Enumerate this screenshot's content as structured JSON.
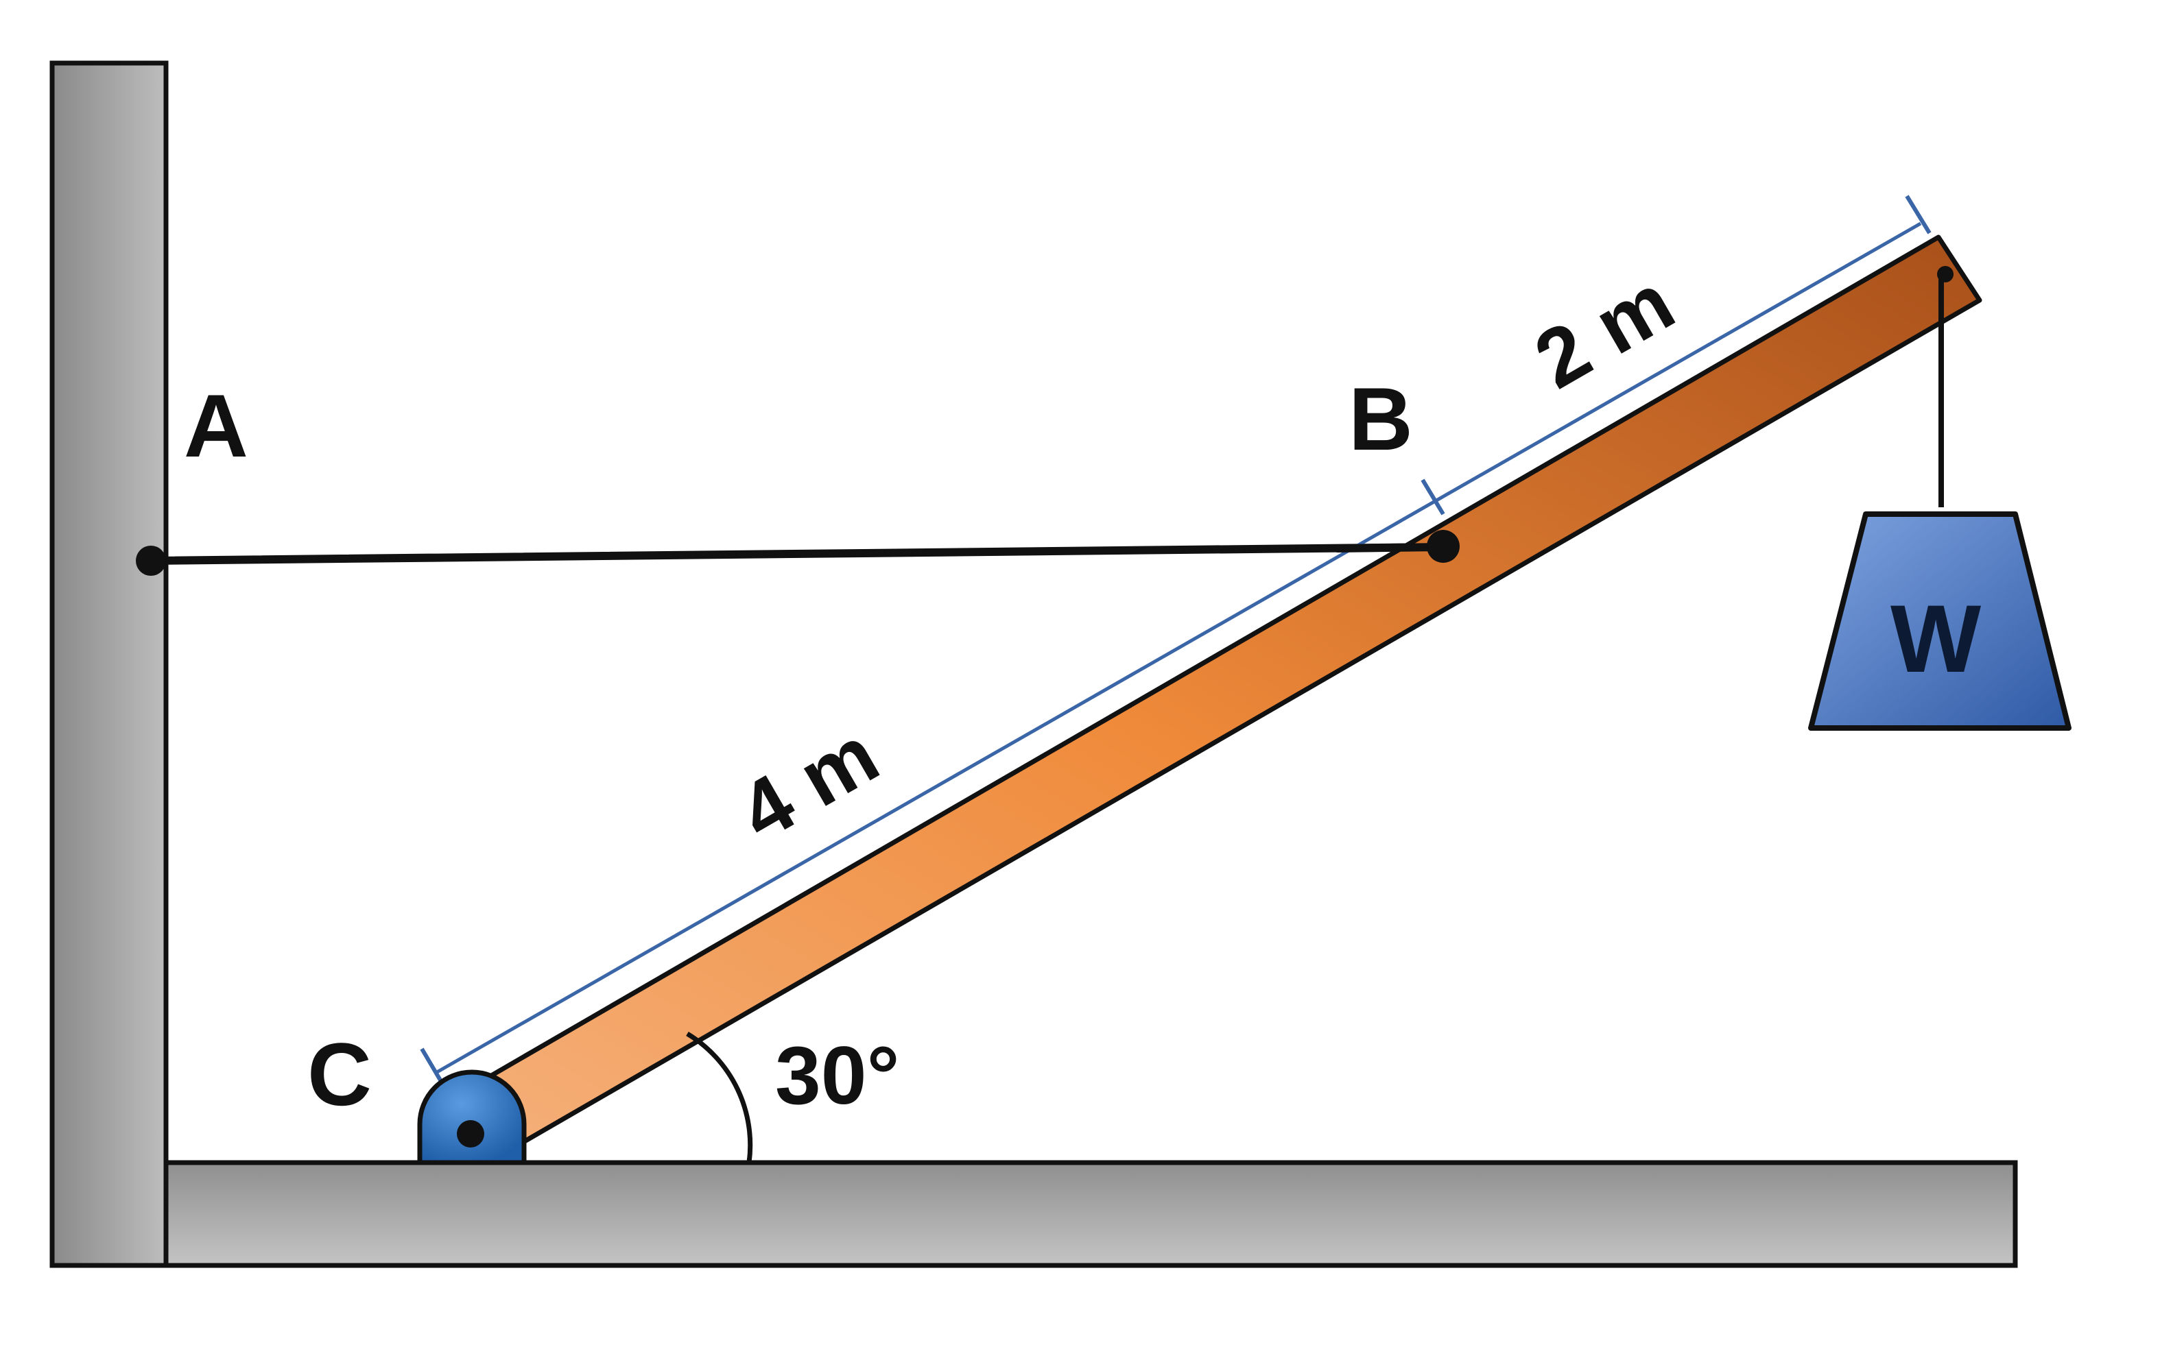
{
  "labels": {
    "point_a": "A",
    "point_b": "B",
    "point_c": "C",
    "length_cb": "4 m",
    "length_b_end": "2 m",
    "angle": "30°",
    "weight": "W"
  },
  "colors": {
    "wall": "#a9a9a9",
    "beam": "#e07b2a",
    "pin": "#2e6fb8",
    "weight": "#3f6fc2",
    "dimension_line": "#3a66a8"
  }
}
